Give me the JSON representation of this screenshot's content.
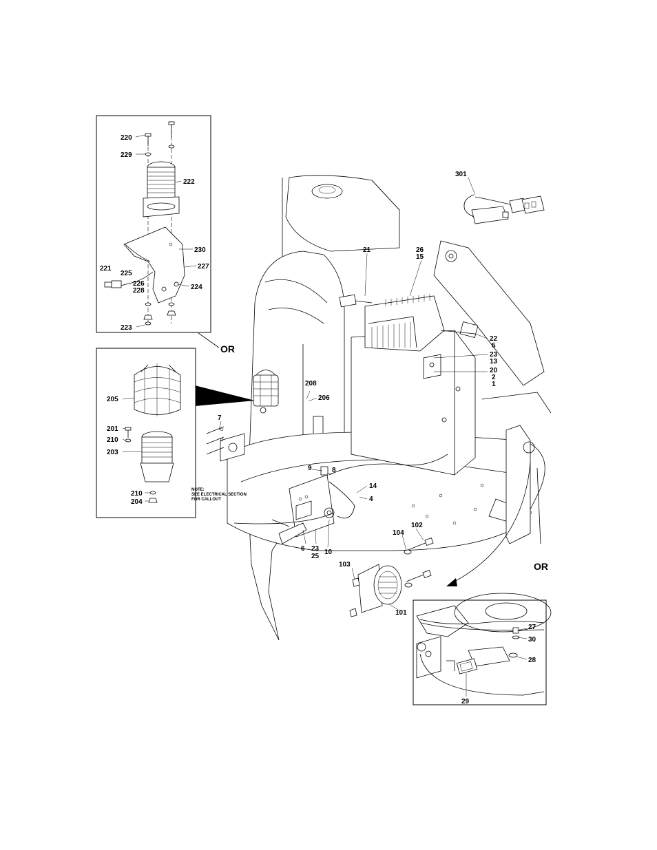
{
  "diagram": {
    "or_labels": [
      "OR",
      "OR"
    ],
    "note_lines": [
      "NOTE:",
      "SEE ELECTRICAL SECTION",
      "FOR CALLOUT"
    ],
    "callouts": {
      "top_inset": [
        "220",
        "229",
        "222",
        "230",
        "227",
        "221",
        "225",
        "226",
        "228",
        "224",
        "223"
      ],
      "mid_inset": [
        "205",
        "201",
        "210",
        "203",
        "210",
        "204"
      ],
      "main": [
        "301",
        "21",
        "26",
        "15",
        "22",
        "5",
        "23",
        "13",
        "20",
        "2",
        "1",
        "208",
        "206",
        "7",
        "9",
        "8",
        "14",
        "4",
        "6",
        "23",
        "25",
        "10",
        "102",
        "104",
        "103",
        "101"
      ],
      "bottom_inset": [
        "27",
        "30",
        "28",
        "29"
      ]
    }
  }
}
